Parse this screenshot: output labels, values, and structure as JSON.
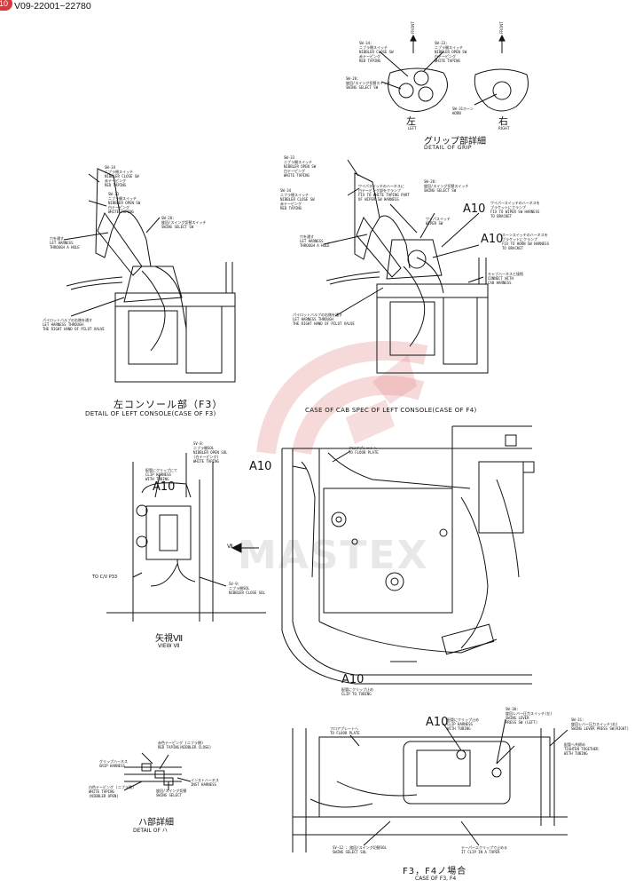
{
  "header": {
    "badge": "10",
    "serial": "V09-22001~22780"
  },
  "colors": {
    "line": "#111111",
    "watermark": "#e07a7a",
    "badge": "#d63a3a"
  },
  "grip": {
    "front_label": "FRONT",
    "left_label": "SW-34:\nニブラ閉スイッチ\nNIBBLER CLOSE SW\n赤テーピング\nRED TAPING",
    "left_label2": "SW-28:\n旋回/スイング切替スイッチ\nSWING SELECT SW",
    "right_label": "SW-33:\nニブラ開スイッチ\nNIBBLER OPEN SW\n白テーピング\nWHITE TAPING",
    "horn_label": "SW-31ホーン\nHORN",
    "left_jp": "左",
    "left_en": "LEFT",
    "right_jp": "右",
    "right_en": "RIGHT",
    "title_jp": "グリップ部詳細",
    "title_en": "DETAIL OF GRIP"
  },
  "f3": {
    "sw34": "SW-34\nニブラ閉スイッチ\nNIBBLER CLOSE SW\n赤テーピング\nRED TAPING",
    "sw33": "SW-33\nニブラ開スイッチ\nNIBBLER OPEN SW\n白テーピング\nWHITE TAPING",
    "sw28": "SW-28:\n旋回/スイング切替スイッチ\nSWING SELECT SW",
    "let_harness": "穴を通す\nLET HARNESS\nTHROUGH A HOLE",
    "pilot": "パイロットバルブの右側を通す\nLET HARNESS THROUGH\nTHE RIGHT HAND OF PILOT VALVE",
    "title_jp": "左コンソール部（F3）",
    "title_en": "DETAIL OF LEFT CONSOLE(CASE OF F3)"
  },
  "f4": {
    "sw33": "SW-33\nニブラ開スイッチ\nNIBBLER OPEN SW\n白テーピング\nWHITE TAPING",
    "sw34": "SW-34\nニブラ閉スイッチ\nNIBBLER CLOSE SW\n赤テーピング\nRED TAPING",
    "wiper_fix": "ワイパスイッチのハーネスに\n白テーピング部をクランプ\nFIX TO WHITE TAPING PART\nOF WIPER SW HARNESS",
    "sw28": "SW-28:\n旋回/スイング切替スイッチ\nSWING SELECT SW",
    "wiper_sw": "ワイパスイッチ\nWIPER SW",
    "wiper_bracket": "ワイパースイッチのハーネスを\nブラケットにクランプ\nFIX TO WIPER SW HARNESS\nTO BRACKET",
    "horn_bracket": "ホーンスイッチのハーネスを\nブラケットにクランプ\nFIX TO HORN SW HARNESS\nTO BRACKET",
    "cab": "キャブハーネスと接続\nCONNECT WITH\nCAB HARNESS",
    "let_harness": "穴を通す\nLET HARNESS\nTHROUGH A HOLE",
    "pilot": "パイロットバルブの右側を通す\nLET HARNESS THROUGH\nTHE RIGHT HAND OF PILOT VALVE",
    "a10": "A10",
    "title_en": "CASE OF CAB SPEC OF LEFT CONSOLE(CASE OF F4)"
  },
  "view7": {
    "sv8": "SV-8:\nニブラ開SOL\nNIBBLER OPEN SOL\n(白テーピング)\nWHITE TAPING",
    "clip": "配管にクリップにて\nCLIP HARNESS\nWITH TUBING",
    "to_cv": "TO C/V P33",
    "sv9": "SV-9:\nニブラ閉SOL\nNIBBLER CLOSE SOL",
    "a10": "A10",
    "title_jp": "矢視Ⅶ",
    "title_en": "VIEW Ⅶ",
    "arrow_label": "Ⅶ"
  },
  "floor": {
    "floor_plate": "フロアプレートへ\nTO FLOOR PLATE",
    "a10_top": "A10",
    "a10_bottom": "A10",
    "clip_tubing": "配管にクリップ止め\nCLIP TO TUBING"
  },
  "detail_ha": {
    "grip_harness": "グリップハーネス\nGRIP HARNESS",
    "red_taping": "赤色テーピング (ニブラ閉)\nRED TAPING(NIBBLER CLOSE)",
    "white_taping": "白色テーピング (ニブラ開)\nWHITE TAPING\n(NIBBLER OPEN)",
    "swing": "旋回/スイング切替\nSWING SELECT",
    "inst": "インストハーネス\nINST HARNESS",
    "title_jp": "ハ部詳細",
    "title_en": "DETAIL OF ハ"
  },
  "bottom": {
    "floor_plate": "フロアプレートへ\nTO FLOOR PLATE",
    "a10": "A10",
    "clip_harness": "配管にクリップ止め\nCLIP HARNESS\nWITH TUBING",
    "sw30": "SW-30:\n旋回レバー圧力スイッチ(左)\nSWING LEVER\nPRESS SW (LEFT)",
    "sw31": "SW-31:\n旋回レバー圧力スイッチ(右)\nSWING LEVER PRESS SW(RIGHT)",
    "tighten": "配管へ共締め\nTIGHTEN TOGETHER\nWITH TUBING",
    "sv12": "SV-12 : 旋回/スイング切替SOL\nSWING SELECT SOL",
    "tape": "テーパーエクリップで止める\nIT CLIP IN A TAPER",
    "title_jp": "F3，F4ノ場合",
    "title_en": "CASE OF F3, F4"
  },
  "watermark": {
    "text": "MASTEX"
  }
}
